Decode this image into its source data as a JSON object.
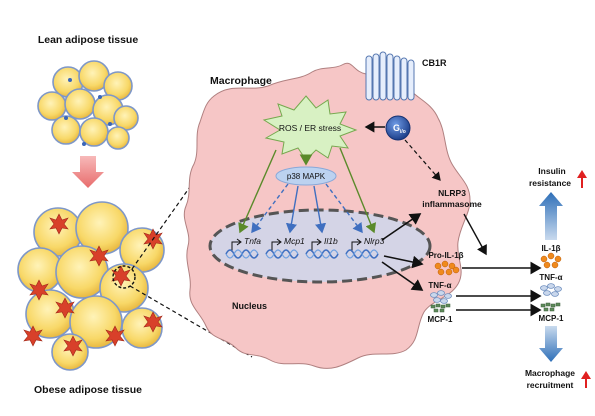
{
  "labels": {
    "lean_tissue": "Lean adipose tissue",
    "obese_tissue": "Obese adipose tissue",
    "macrophage": "Macrophage",
    "receptor": "CB1R",
    "g_protein": "G",
    "g_protein_sub": "i/o",
    "stress": "ROS / ER stress",
    "kinase": "p38 MAPK",
    "nucleus": "Nucleus",
    "genes": [
      "Tnfa",
      "Mcp1",
      "Il1b",
      "Nlrp3"
    ],
    "inflammasome_line1": "NLRP3",
    "inflammasome_line2": "inflammasome",
    "pro_il1b": "Pro-IL-1β",
    "tnfa_inner": "TNF-α",
    "mcp1_inner": "MCP-1",
    "il1b_out": "IL-1β",
    "tnfa_out": "TNF-α",
    "mcp1_out": "MCP-1",
    "insulin_line1": "Insulin",
    "insulin_line2": "resistance",
    "recruit_line1": "Macrophage",
    "recruit_line2": "recruitment"
  },
  "colors": {
    "cell_fill": "#f6c9c9",
    "nucleus_fill": "#d6d6e8",
    "adipocyte_fill": "#f8dc74",
    "stress_fill": "#d9f2c5",
    "kinase_fill": "#bcd3f2",
    "g_protein_fill": "#2a58b0",
    "up_arrow": "#e02020",
    "blue_arrow": "#3f7fc5",
    "green_arrow": "#5a8a2a",
    "cytokine_orange": "#f08a1c",
    "mcp_green": "#5d8a5a"
  }
}
